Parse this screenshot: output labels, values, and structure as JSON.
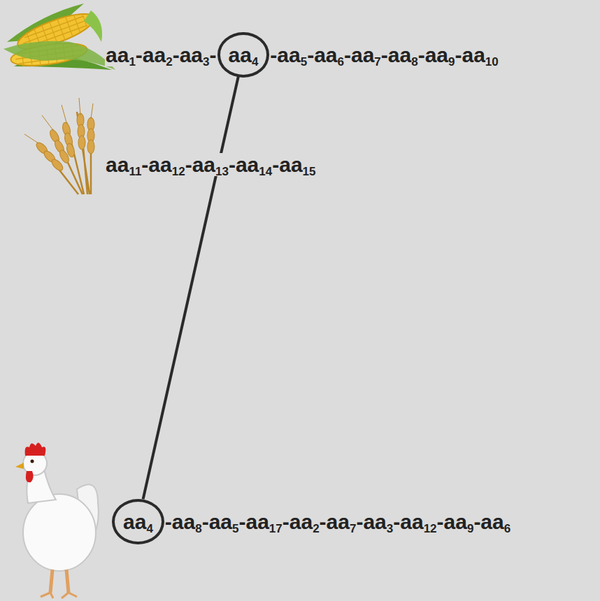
{
  "diagram": {
    "nodes": [
      {
        "text": [
          "aa4"
        ]
      },
      {
        "text": [
          "aa4"
        ]
      }
    ],
    "edges": [
      {
        "from": 0,
        "to": 1,
        "arrow": "none"
      }
    ],
    "labels": [
      "aa1-aa2-aa3-",
      "-aa5-aa6-aa7-aa8-aa9-aa10",
      "aa11-aa12-aa13-aa14-aa15",
      "-aa8-aa5-aa17-aa2-aa7-aa3-aa12-aa9-aa6"
    ]
  }
}
